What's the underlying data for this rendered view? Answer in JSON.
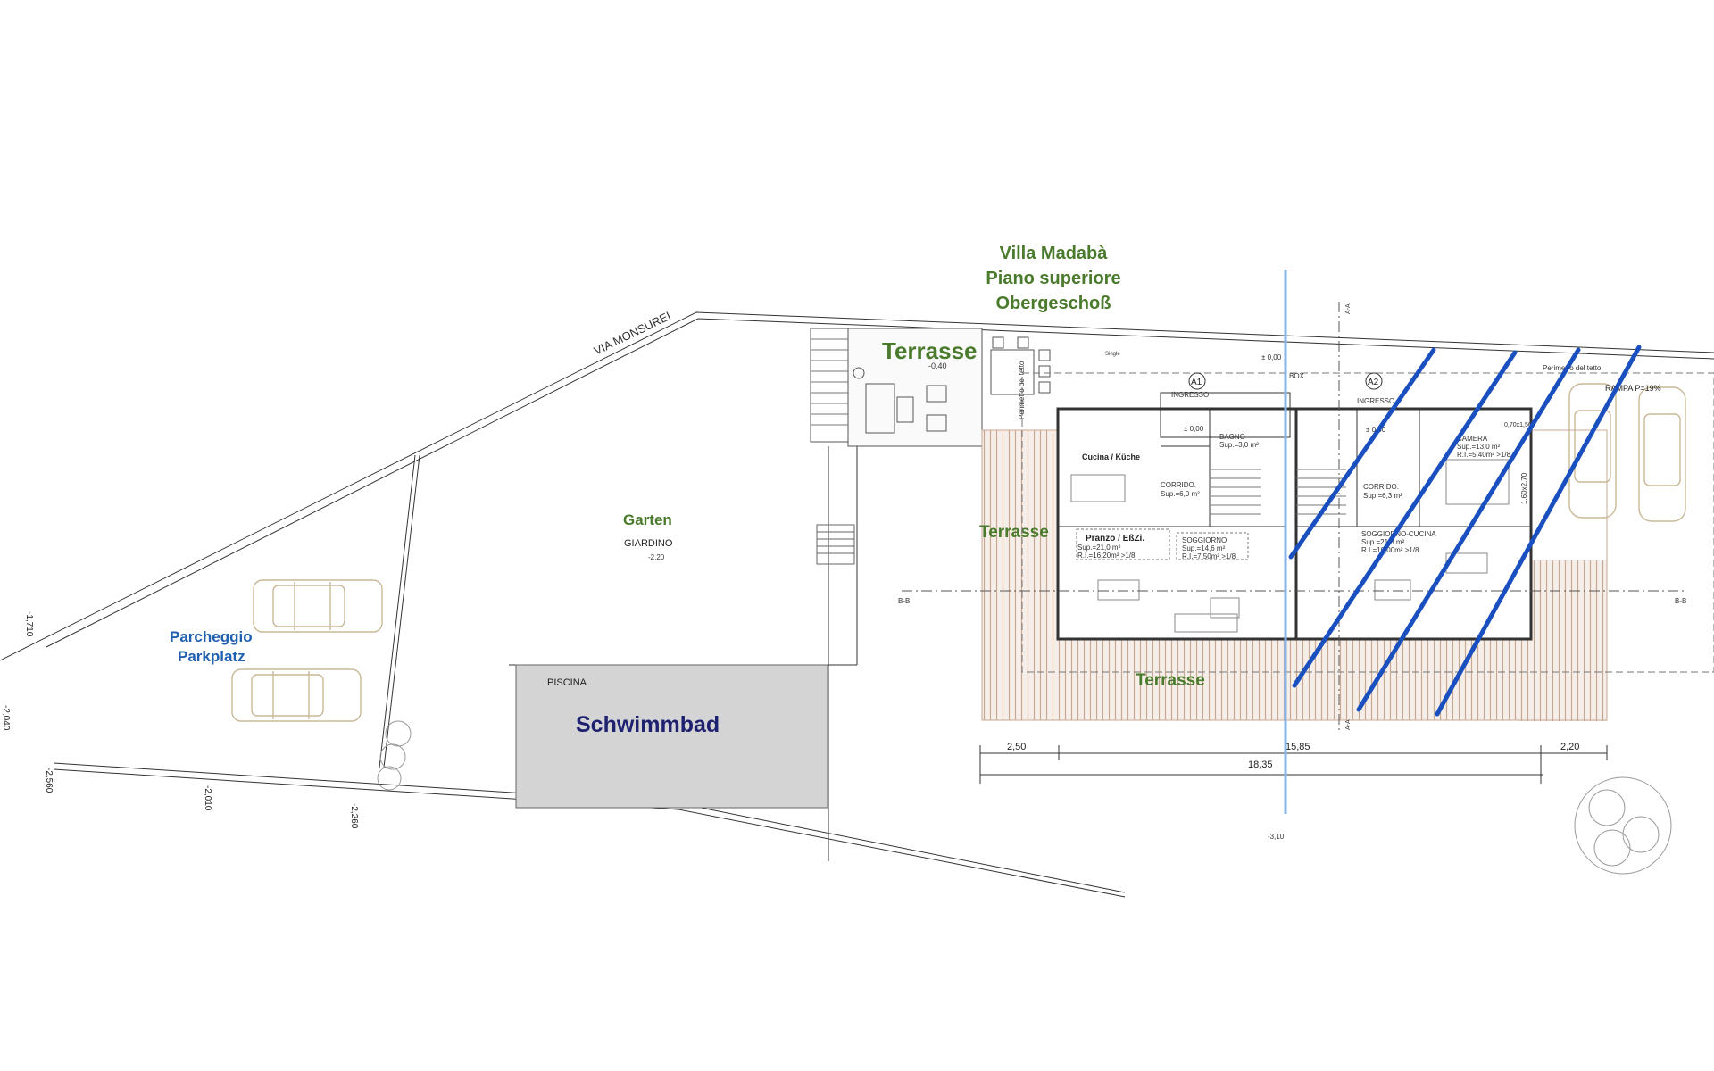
{
  "title": {
    "line1": "Villa Madabà",
    "line2": "Piano superiore",
    "line3": "Obergeschoß"
  },
  "street": "VIA MONSUREI",
  "labels": {
    "terrasse_top": "Terrasse",
    "terrasse_mid": "Terrasse",
    "terrasse_bottom": "Terrasse",
    "garten": "Garten",
    "giardino": "GIARDINO",
    "parcheggio": "Parcheggio",
    "parkplatz": "Parkplatz",
    "piscina": "PISCINA",
    "schwimmbad": "Schwimmbad",
    "cucina": "Cucina / Küche",
    "pranzo": "Pranzo / EßZi.",
    "pranzo_sup": "Sup.=21,0 m²",
    "pranzo_ri": "R.I.=16,20m² >1/8",
    "soggiorno": "SOGGIORNO",
    "soggiorno_sup": "Sup.=14,6 m²",
    "soggiorno_ri": "R.I.=7,50m² >1/8",
    "corrido1": "CORRIDO.",
    "corrido1_sup": "Sup.=6,0 m²",
    "bagno": "BAGNO",
    "bagno_sup": "Sup.=3,0 m²",
    "ingresso1": "INGRESSO",
    "ingresso2": "INGRESSO",
    "box": "BOX",
    "corrido2": "CORRIDO.",
    "corrido2_sup": "Sup.=6,3 m²",
    "camera": "CAMERA",
    "camera_sup": "Sup.=13,0 m²",
    "camera_ri": "R.I.=5,40m² >1/8",
    "sogg_cucina": "SOGGIORNO-CUCINA",
    "sogg_cucina_sup": "Sup.=21,3 m²",
    "sogg_cucina_ri": "R.I.=10,00m² >1/8",
    "rampa": "RAMPA P=19%",
    "perimetro1": "Perimetro del tetto",
    "perimetro2": "Perimetro del tetto",
    "a1": "A1",
    "a2": "A2",
    "aa_top": "A-A",
    "aa_bottom": "A-A",
    "bb_left": "B-B",
    "bb_right": "B-B",
    "window1": "0,70x1,50",
    "window2": "1,60x2,70",
    "single": "Single"
  },
  "levels": {
    "terrace": "-0,40",
    "garden": "-2,20",
    "entry1": "± 0,00",
    "entry2": "± 0,00",
    "top": "± 0,00",
    "bottom": "-3,10",
    "l1710": "-1,710",
    "l2040": "-2,040",
    "l2560": "-2,560",
    "l2010": "-2,010",
    "l2260": "-2,260"
  },
  "dimensions": {
    "d1": "2,50",
    "d2": "15,85",
    "d3": "2,20",
    "total": "18,35"
  },
  "colors": {
    "green_label": "#4a7a2c",
    "blue_label": "#2060b0",
    "navy_label": "#1e2070",
    "annotation_blue": "#1a4fc0",
    "section_line": "#8ab4e8",
    "pool_fill": "#d4d4d4",
    "deck": "#c9a893",
    "car": "#c9b896"
  }
}
